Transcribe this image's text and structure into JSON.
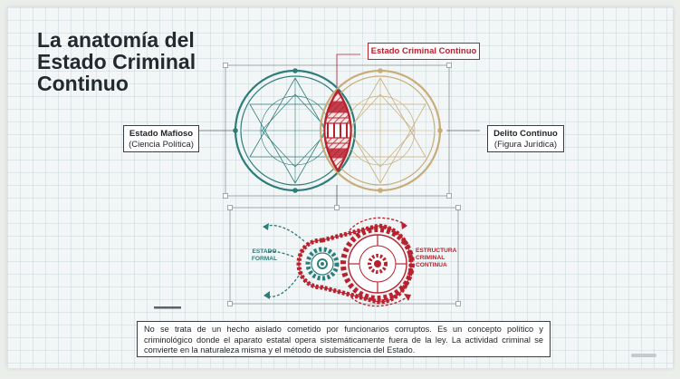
{
  "slide": {
    "title_lines": [
      "La anatomía del",
      "Estado Criminal",
      "Continuo"
    ],
    "label_top": "Estado Criminal Continuo",
    "label_left": {
      "main": "Estado Mafioso",
      "sub": "(Ciencia Política)"
    },
    "label_right": {
      "main": "Delito Continuo",
      "sub": "(Figura Jurídica)"
    },
    "gear_left_label": [
      "ESTADO",
      "FORMAL"
    ],
    "gear_right_label": [
      "ESTRUCTURA",
      "CRIMINAL",
      "CONTINUA"
    ],
    "caption": "No se trata de un hecho aislado cometido por funcionarios corruptos. Es un concepto político y criminológico donde el aparato estatal opera sistemáticamente fuera de la ley. La actividad criminal se convierte en la naturaleza misma y el método de subsistencia del Estado."
  },
  "colors": {
    "teal": "#2e7d7b",
    "gold": "#c8ad7a",
    "red": "#b8222f",
    "ink": "#222a30"
  },
  "icons": [
    "venn-diagram-icon",
    "chain-gears-icon"
  ]
}
